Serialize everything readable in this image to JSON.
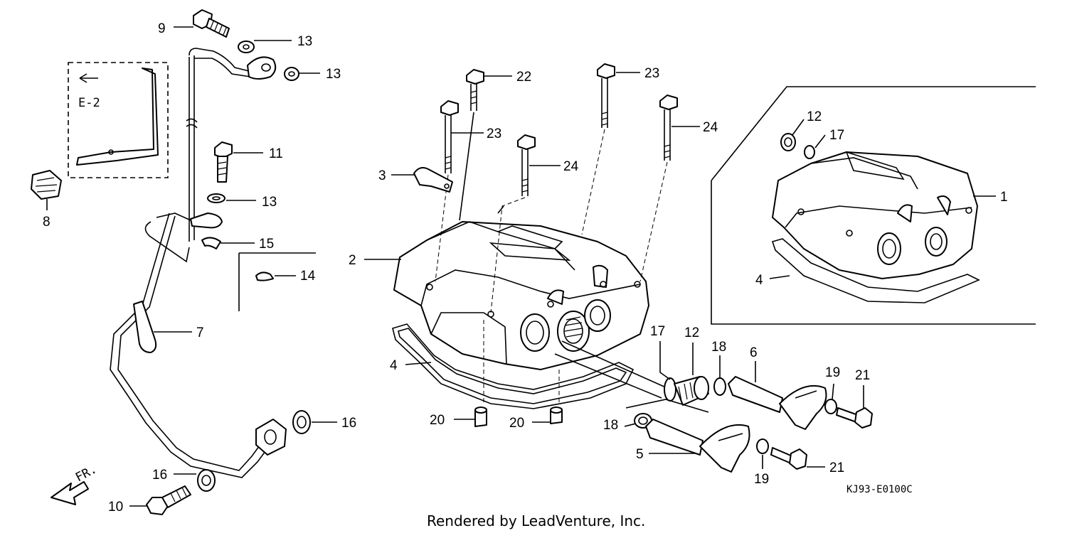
{
  "diagram": {
    "code": "KJ93-E0100C",
    "footer": "Rendered by LeadVenture, Inc.",
    "inset_ref": "E-2",
    "fr_mark": "FR.",
    "callouts": [
      {
        "id": "c9",
        "label": "9"
      },
      {
        "id": "c13a",
        "label": "13"
      },
      {
        "id": "c13b",
        "label": "13"
      },
      {
        "id": "c11",
        "label": "11"
      },
      {
        "id": "c13c",
        "label": "13"
      },
      {
        "id": "c15",
        "label": "15"
      },
      {
        "id": "c14",
        "label": "14"
      },
      {
        "id": "c8",
        "label": "8"
      },
      {
        "id": "c7",
        "label": "7"
      },
      {
        "id": "c16a",
        "label": "16"
      },
      {
        "id": "c16b",
        "label": "16"
      },
      {
        "id": "c10",
        "label": "10"
      },
      {
        "id": "c22",
        "label": "22"
      },
      {
        "id": "c23a",
        "label": "23"
      },
      {
        "id": "c23b",
        "label": "23"
      },
      {
        "id": "c24a",
        "label": "24"
      },
      {
        "id": "c24b",
        "label": "24"
      },
      {
        "id": "c3",
        "label": "3"
      },
      {
        "id": "c2",
        "label": "2"
      },
      {
        "id": "c4a",
        "label": "4"
      },
      {
        "id": "c20a",
        "label": "20"
      },
      {
        "id": "c20b",
        "label": "20"
      },
      {
        "id": "c17a",
        "label": "17"
      },
      {
        "id": "c12a",
        "label": "12"
      },
      {
        "id": "c18a",
        "label": "18"
      },
      {
        "id": "c18b",
        "label": "18"
      },
      {
        "id": "c6",
        "label": "6"
      },
      {
        "id": "c19a",
        "label": "19"
      },
      {
        "id": "c21a",
        "label": "21"
      },
      {
        "id": "c5",
        "label": "5"
      },
      {
        "id": "c19b",
        "label": "19"
      },
      {
        "id": "c21b",
        "label": "21"
      },
      {
        "id": "c12b",
        "label": "12"
      },
      {
        "id": "c17b",
        "label": "17"
      },
      {
        "id": "c1",
        "label": "1"
      },
      {
        "id": "c4b",
        "label": "4"
      }
    ]
  }
}
